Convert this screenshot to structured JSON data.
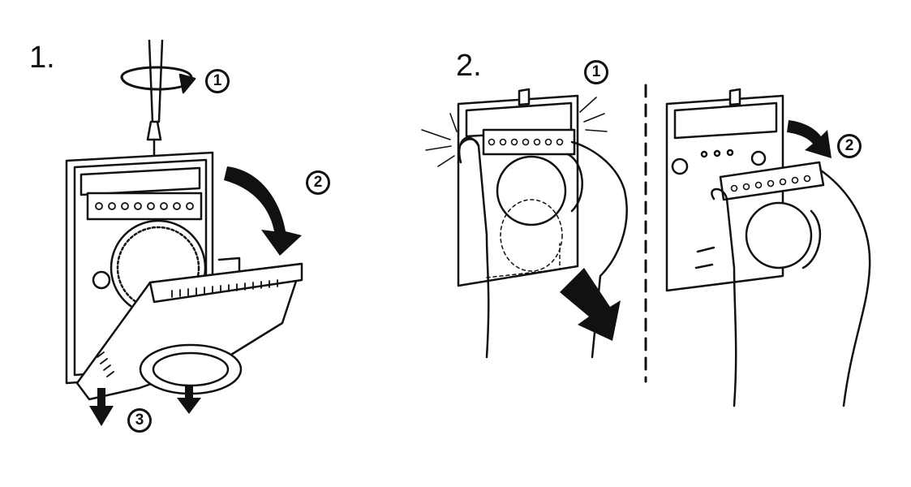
{
  "steps": [
    {
      "number": "1.",
      "callouts": [
        "1",
        "2",
        "3"
      ]
    },
    {
      "number": "2.",
      "callouts": [
        "1",
        "2"
      ]
    }
  ],
  "colors": {
    "ink": "#111111",
    "paper": "#ffffff",
    "shade": "#e6e6e6"
  }
}
